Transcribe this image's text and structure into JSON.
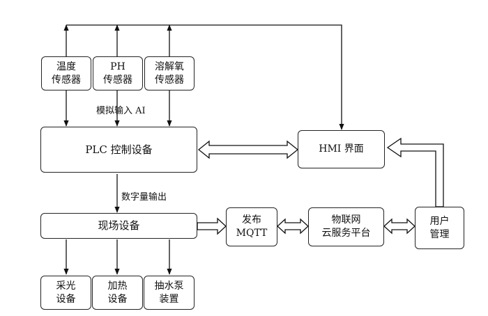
{
  "nodes": {
    "temp_sensor": {
      "line1": "温度",
      "line2": "传感器"
    },
    "ph_sensor": {
      "line1": "PH",
      "line2": "传感器"
    },
    "do_sensor": {
      "line1": "溶解氧",
      "line2": "传感器"
    },
    "plc": {
      "label": "PLC 控制设备"
    },
    "hmi": {
      "label": "HMI 界面"
    },
    "field_device": {
      "label": "现场设备"
    },
    "mqtt": {
      "line1": "发布",
      "line2": "MQTT"
    },
    "iot_cloud": {
      "line1": "物联网",
      "line2": "云服务平台"
    },
    "user_mgmt": {
      "line1": "用户",
      "line2": "管理"
    },
    "lighting": {
      "line1": "采光",
      "line2": "设备"
    },
    "heating": {
      "line1": "加热",
      "line2": "设备"
    },
    "pump": {
      "line1": "抽水泵",
      "line2": "装置"
    }
  },
  "edge_labels": {
    "analog_input": "模拟输入 AI",
    "digital_output": "数字量输出"
  }
}
